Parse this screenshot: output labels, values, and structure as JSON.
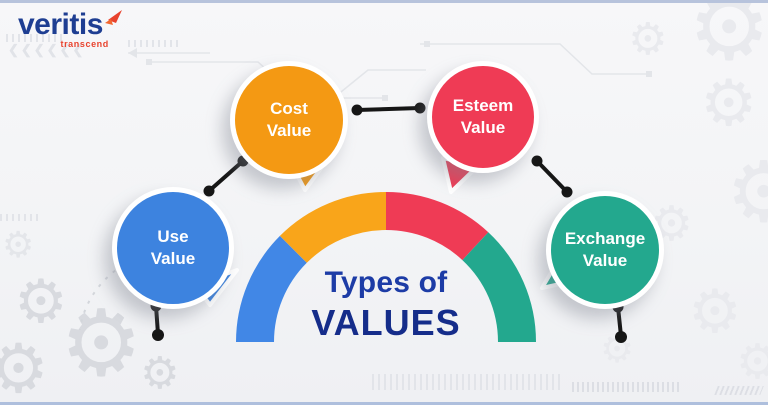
{
  "brand": {
    "name": "veritis",
    "tagline": "transcend"
  },
  "title": {
    "line1": "Types of",
    "line2": "VALUES"
  },
  "bubbles": [
    {
      "label": "Use\nValue",
      "color": "#3D83DF"
    },
    {
      "label": "Cost\nValue",
      "color": "#F49913"
    },
    {
      "label": "Esteem\nValue",
      "color": "#EF3B55"
    },
    {
      "label": "Exchange\nValue",
      "color": "#23A88E"
    }
  ],
  "gauge": {
    "segments": [
      {
        "name": "use-value",
        "color": "#4187E6"
      },
      {
        "name": "cost-value",
        "color": "#F9A51A"
      },
      {
        "name": "esteem-value",
        "color": "#EF3B55"
      },
      {
        "name": "exchange-value",
        "color": "#23A88E"
      }
    ]
  },
  "colors": {
    "title_top": "#1d3ca6",
    "title_bottom": "#152d8a",
    "connector": "#161616",
    "logo_text": "#1e3e92",
    "logo_accent": "#e8432e"
  },
  "decor": {
    "gear_glyph": "⚙",
    "chevron_row": "❮❮❮❮❮❮"
  }
}
